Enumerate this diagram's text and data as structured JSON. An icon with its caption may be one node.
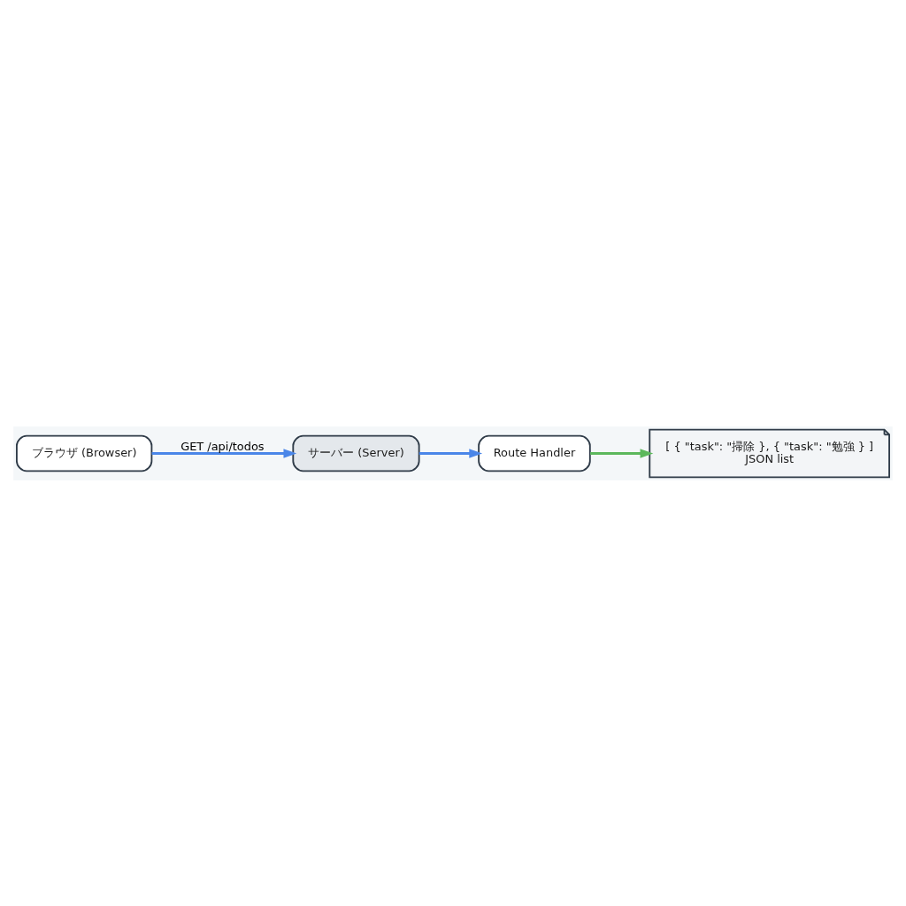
{
  "diagram": {
    "nodes": [
      {
        "text": [
          "ブラウザ (Browser)"
        ]
      },
      {
        "text": [
          "サーバー (Server)"
        ]
      },
      {
        "text": [
          "Route Handler"
        ]
      },
      {
        "text": [
          "[ { \"task\": \"掃除 }, { \"task\": \"勉強 } ]",
          "JSON list"
        ]
      }
    ],
    "edges": [
      {
        "from": 0,
        "to": 1,
        "arrow": "to",
        "label": "GET /api/todos"
      },
      {
        "from": 1,
        "to": 2,
        "arrow": "to"
      },
      {
        "from": 2,
        "to": 3,
        "arrow": "to",
        "color": "#5cb85c"
      }
    ]
  }
}
